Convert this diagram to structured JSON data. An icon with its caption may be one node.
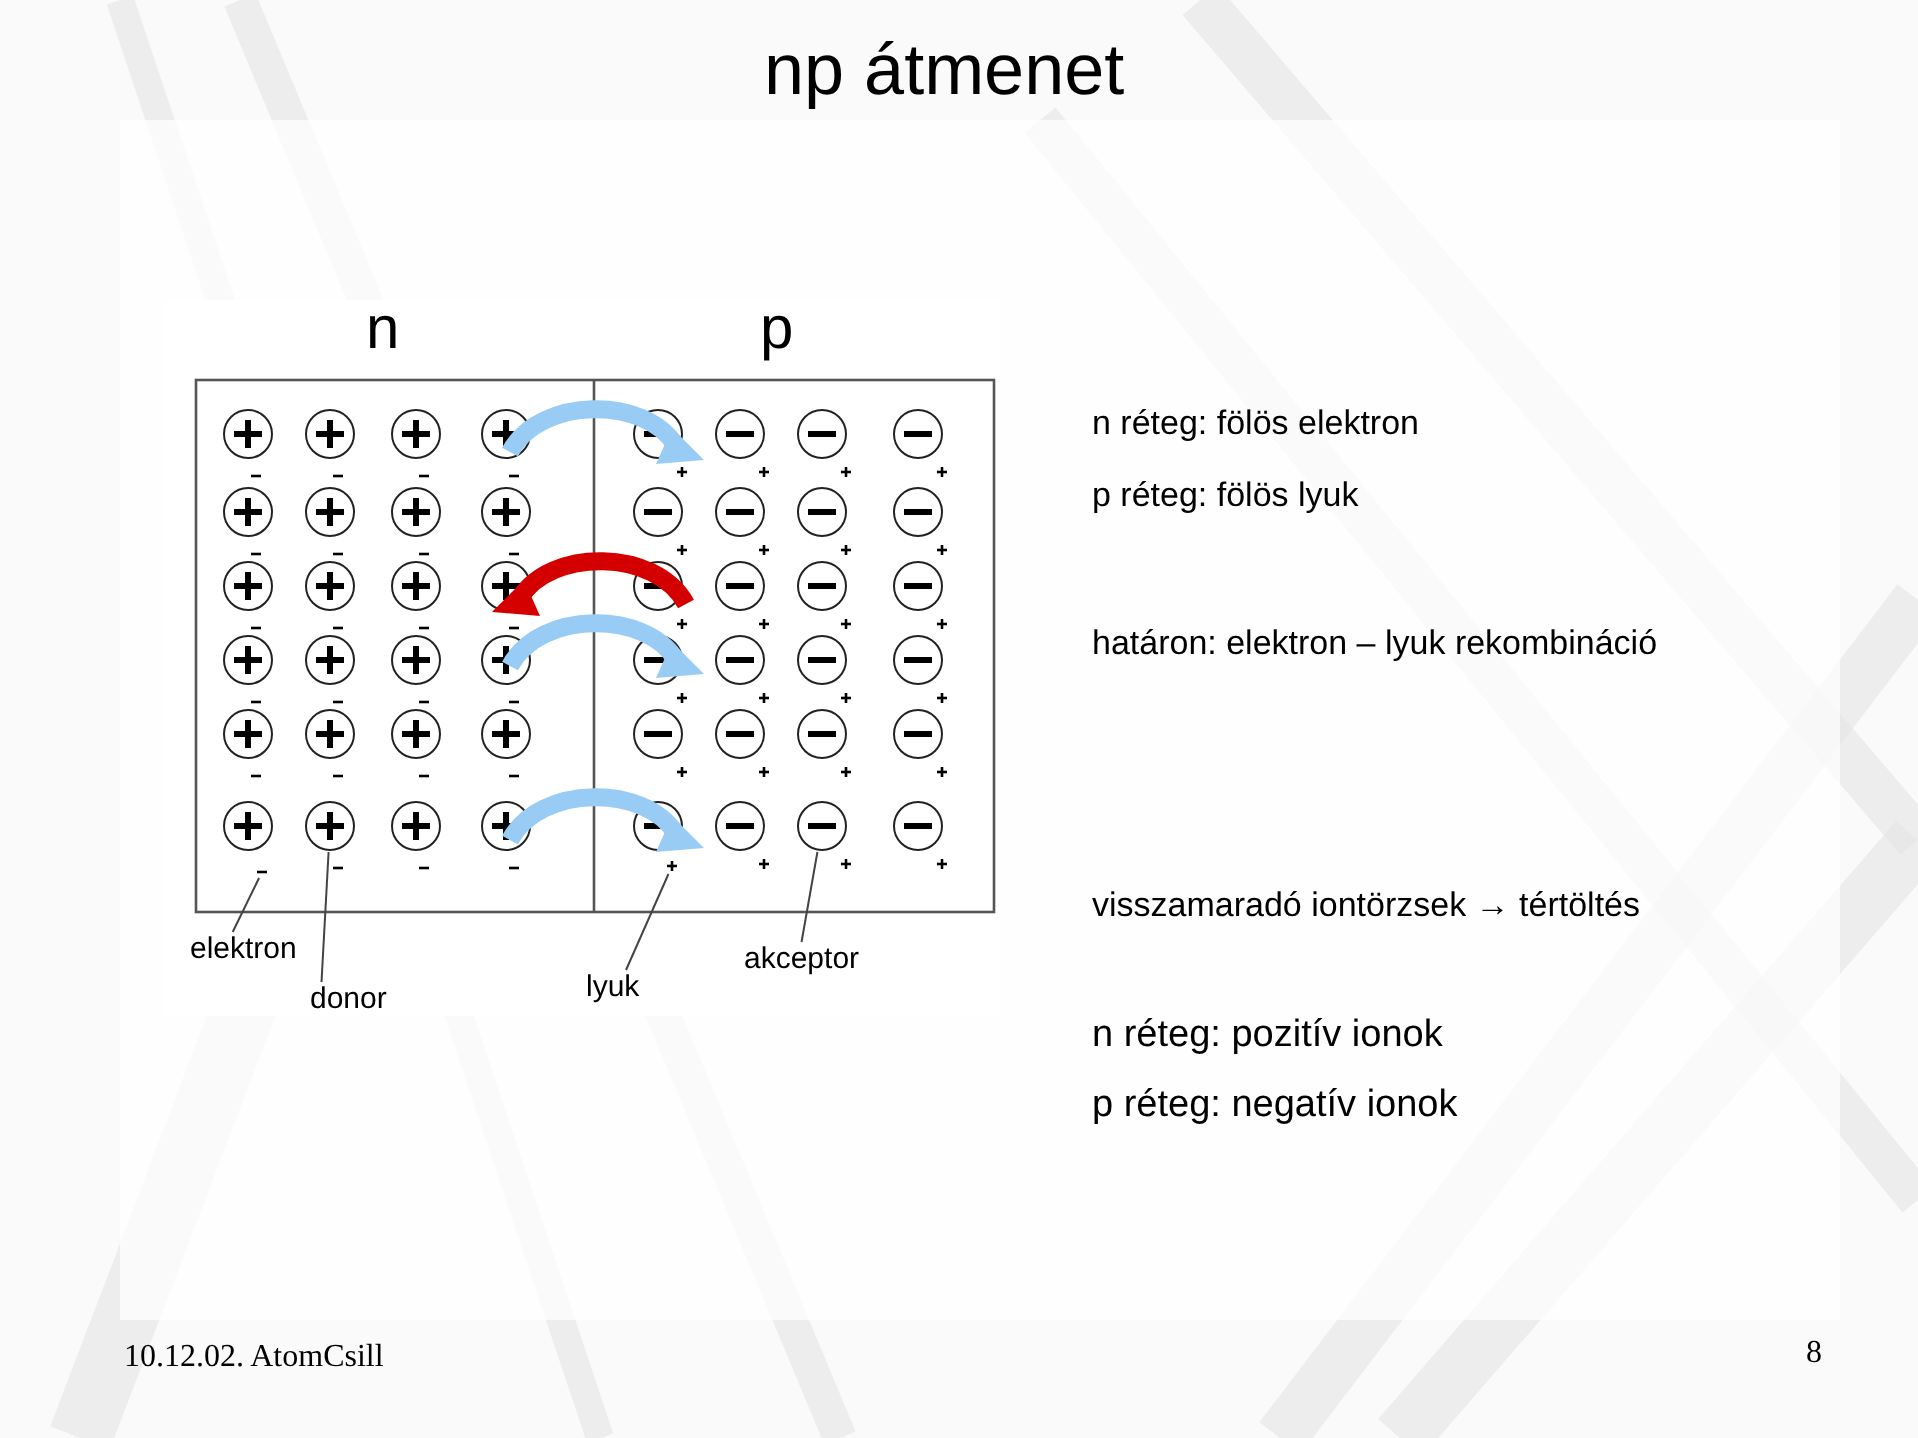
{
  "diagram": {
    "title": "np átmenet",
    "nodes": [
      {
        "text": [
          "elektron"
        ]
      },
      {
        "text": [],
        "shape": "dash"
      },
      {
        "text": [
          "donor"
        ]
      },
      {
        "text": [],
        "shape": "circle"
      },
      {
        "text": [
          "lyuk"
        ]
      },
      {
        "text": [],
        "shape": "plus"
      },
      {
        "text": [
          "akceptor"
        ]
      },
      {
        "text": [],
        "shape": "circle"
      }
    ],
    "edges": [
      {
        "from": 0,
        "to": 1,
        "arrow": "none"
      },
      {
        "from": 2,
        "to": 3,
        "arrow": "none"
      },
      {
        "from": 4,
        "to": 5,
        "arrow": "none"
      },
      {
        "from": 6,
        "to": 7,
        "arrow": "none"
      }
    ],
    "labels": [
      "n",
      "p",
      "n réteg: fölös elektron",
      "p réteg: fölös lyuk",
      "határon: elektron – lyuk rekombináció",
      "visszamaradó iontörzsek → tértöltés",
      "n réteg: pozitív ionok",
      "p réteg: negatív ionok",
      "10.12.02. AtomCsill",
      "8"
    ]
  }
}
